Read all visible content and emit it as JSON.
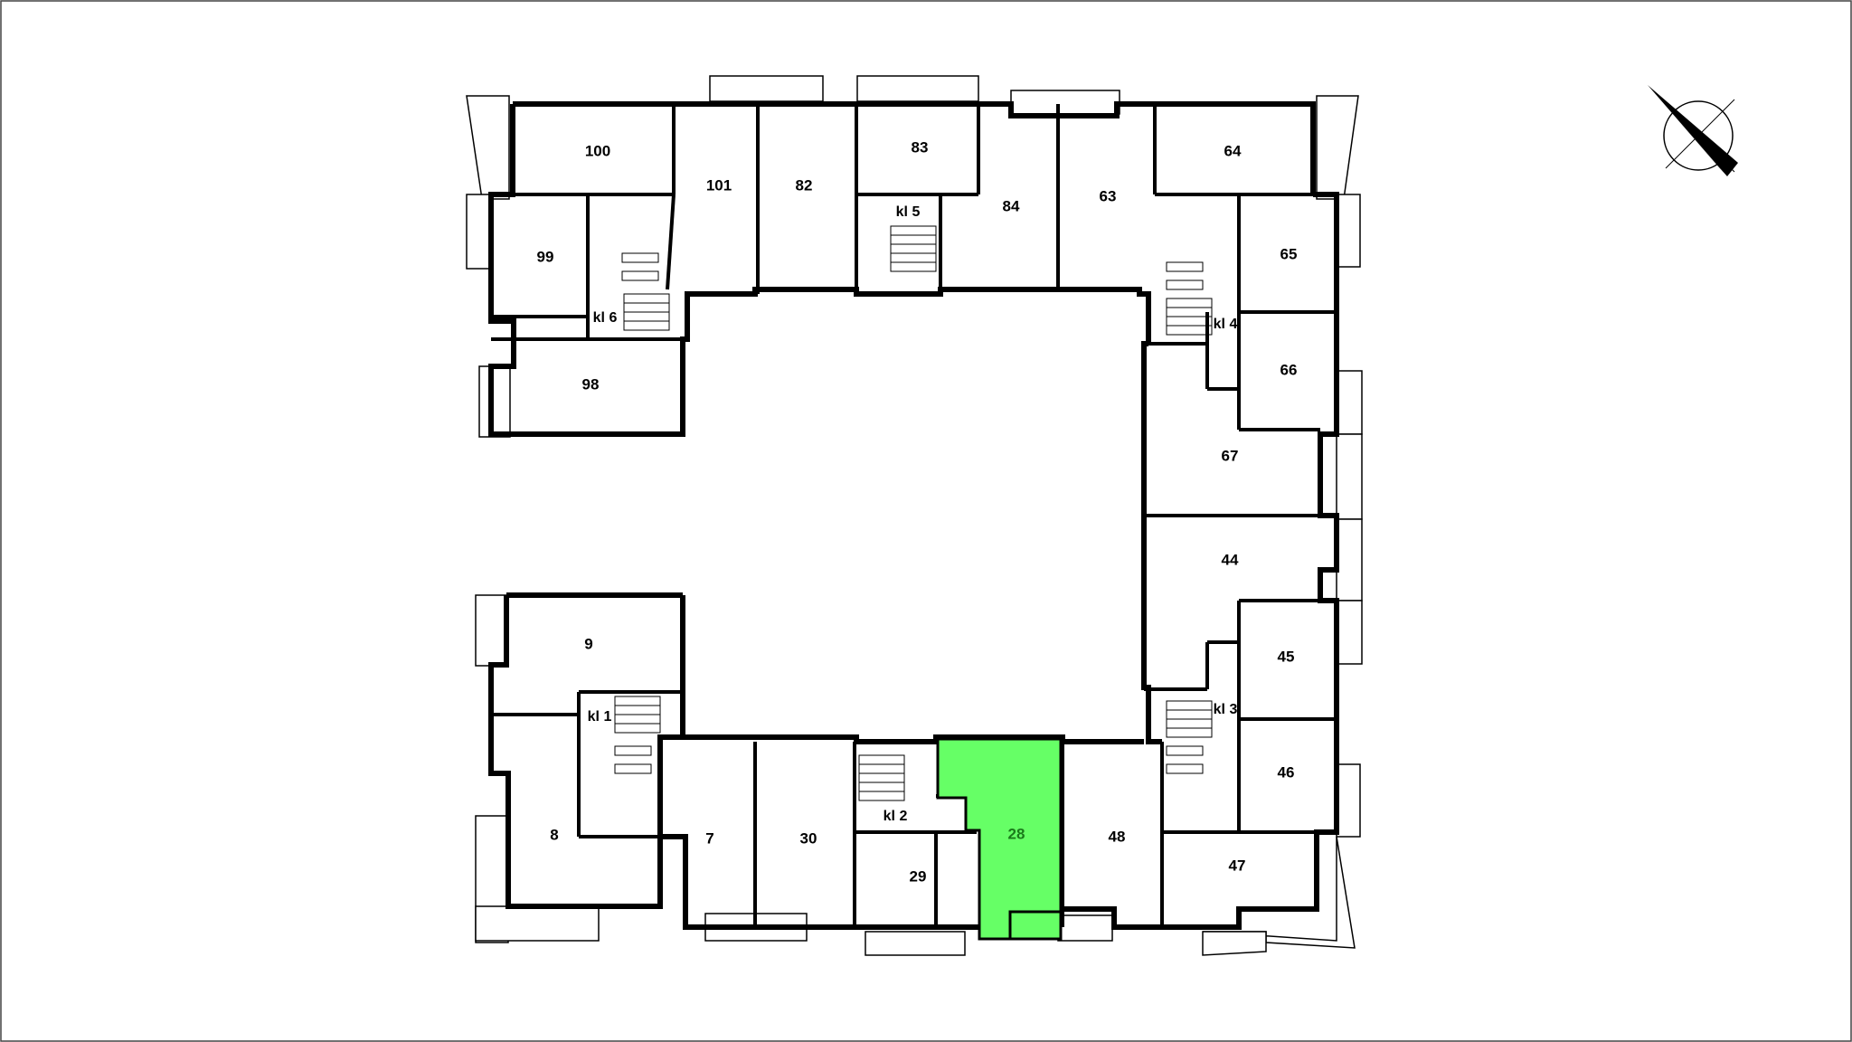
{
  "plan": {
    "highlight_color": "#66ff66",
    "highlight_label_color": "#1a7a1a",
    "wall_color": "#000000",
    "background_color": "#ffffff",
    "selected_unit": "28",
    "units": {
      "u100": "100",
      "u101": "101",
      "u82": "82",
      "u83": "83",
      "u84": "84",
      "u63": "63",
      "u64": "64",
      "u99": "99",
      "u98": "98",
      "u65": "65",
      "u66": "66",
      "u67": "67",
      "u44": "44",
      "u45": "45",
      "u46": "46",
      "u47": "47",
      "u48": "48",
      "u28": "28",
      "u29": "29",
      "u30": "30",
      "u7": "7",
      "u8": "8",
      "u9": "9"
    },
    "staircases": {
      "kl1": "kl 1",
      "kl2": "kl 2",
      "kl3": "kl 3",
      "kl4": "kl 4",
      "kl5": "kl 5",
      "kl6": "kl 6"
    },
    "compass_icon": "north-arrow-icon"
  }
}
